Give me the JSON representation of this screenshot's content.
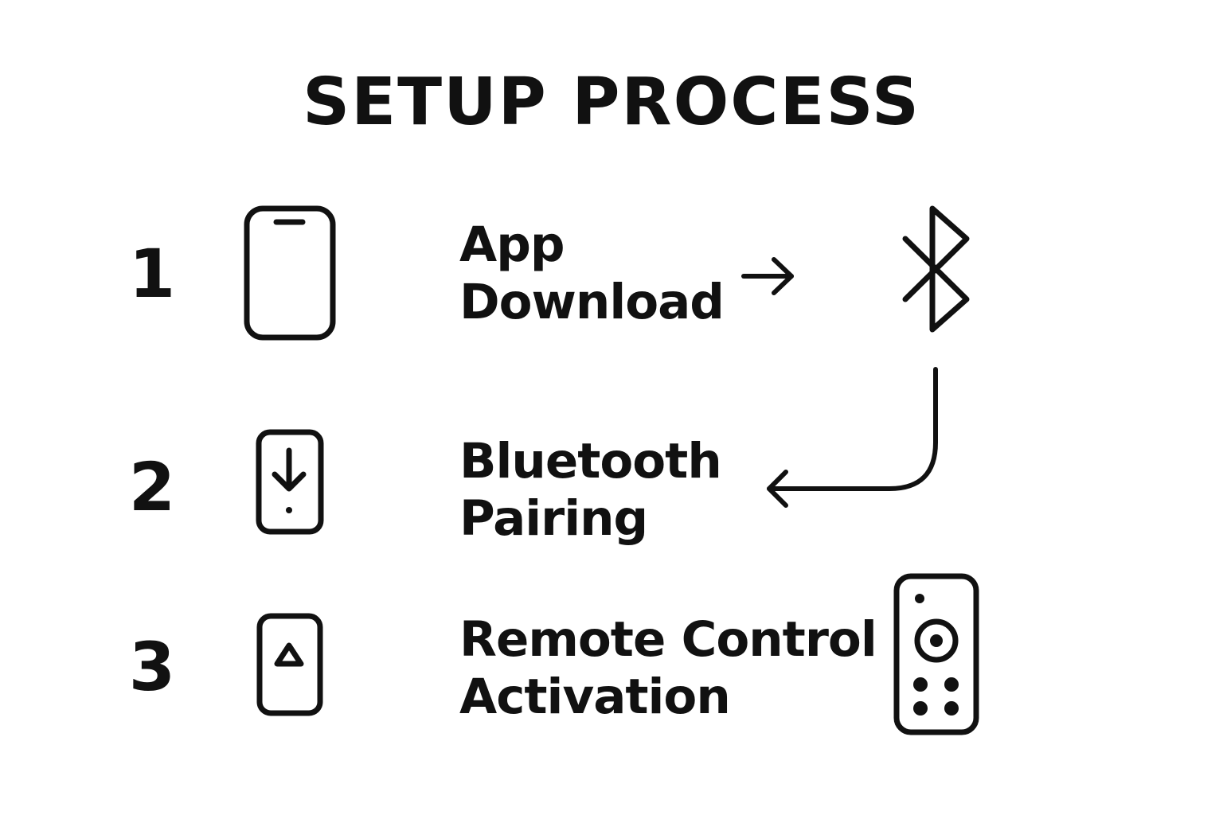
{
  "title": "SETUP PROCESS",
  "steps": [
    {
      "number": "1",
      "line1": "App",
      "line2": "Download",
      "icon": "smartphone-icon"
    },
    {
      "number": "2",
      "line1": "Bluetooth",
      "line2": "Pairing",
      "icon": "phone-download-icon"
    },
    {
      "number": "3",
      "line1": "Remote Control",
      "line2": "Activation",
      "icon": "phone-upload-icon"
    }
  ],
  "side_icons": [
    "arrow-right-icon",
    "bluetooth-icon",
    "curved-arrow-left-icon",
    "remote-control-icon"
  ],
  "colors": {
    "ink": "#111111",
    "background": "#ffffff"
  }
}
